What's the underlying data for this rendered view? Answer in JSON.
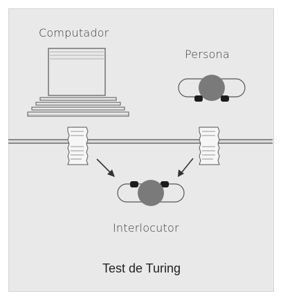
{
  "labels": {
    "computer": "Computador",
    "person": "Persona",
    "interlocutor": "Interlocutor"
  },
  "caption": "Test de Turing",
  "colors": {
    "panel_background": "#e9e9e9",
    "line": "#555555",
    "head": "#7a7a7a"
  }
}
